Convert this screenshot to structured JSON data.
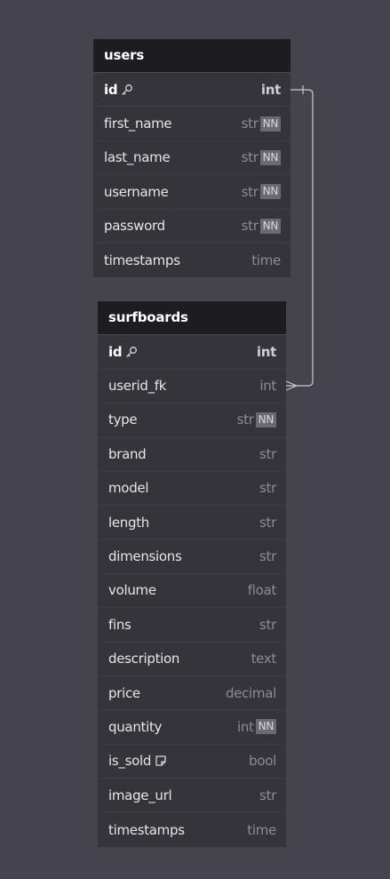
{
  "tables": [
    {
      "name": "users",
      "columns": [
        {
          "name": "id",
          "type": "int",
          "pk": true,
          "nn": false,
          "icon": "key-icon"
        },
        {
          "name": "first_name",
          "type": "str",
          "pk": false,
          "nn": true
        },
        {
          "name": "last_name",
          "type": "str",
          "pk": false,
          "nn": true
        },
        {
          "name": "username",
          "type": "str",
          "pk": false,
          "nn": true
        },
        {
          "name": "password",
          "type": "str",
          "pk": false,
          "nn": true
        },
        {
          "name": "timestamps",
          "type": "time",
          "pk": false,
          "nn": false
        }
      ]
    },
    {
      "name": "surfboards",
      "columns": [
        {
          "name": "id",
          "type": "int",
          "pk": true,
          "nn": false,
          "icon": "key-icon"
        },
        {
          "name": "userid_fk",
          "type": "int",
          "pk": false,
          "nn": false
        },
        {
          "name": "type",
          "type": "str",
          "pk": false,
          "nn": true
        },
        {
          "name": "brand",
          "type": "str",
          "pk": false,
          "nn": false
        },
        {
          "name": "model",
          "type": "str",
          "pk": false,
          "nn": false
        },
        {
          "name": "length",
          "type": "str",
          "pk": false,
          "nn": false
        },
        {
          "name": "dimensions",
          "type": "str",
          "pk": false,
          "nn": false
        },
        {
          "name": "volume",
          "type": "float",
          "pk": false,
          "nn": false
        },
        {
          "name": "fins",
          "type": "str",
          "pk": false,
          "nn": false
        },
        {
          "name": "description",
          "type": "text",
          "pk": false,
          "nn": false
        },
        {
          "name": "price",
          "type": "decimal",
          "pk": false,
          "nn": false
        },
        {
          "name": "quantity",
          "type": "int",
          "pk": false,
          "nn": true
        },
        {
          "name": "is_sold",
          "type": "bool",
          "pk": false,
          "nn": false,
          "icon": "note-icon"
        },
        {
          "name": "image_url",
          "type": "str",
          "pk": false,
          "nn": false
        },
        {
          "name": "timestamps",
          "type": "time",
          "pk": false,
          "nn": false
        }
      ]
    }
  ],
  "nn_label": "NN",
  "relationships": [
    {
      "from": "users.id",
      "to": "surfboards.userid_fk",
      "from_cardinality": "one",
      "to_cardinality": "many"
    }
  ],
  "colors": {
    "canvas": "#45444d",
    "table_body": "#35343a",
    "table_header": "#1d1c20",
    "connector": "#c9c8ce",
    "nn_badge": "#6b6a72"
  }
}
